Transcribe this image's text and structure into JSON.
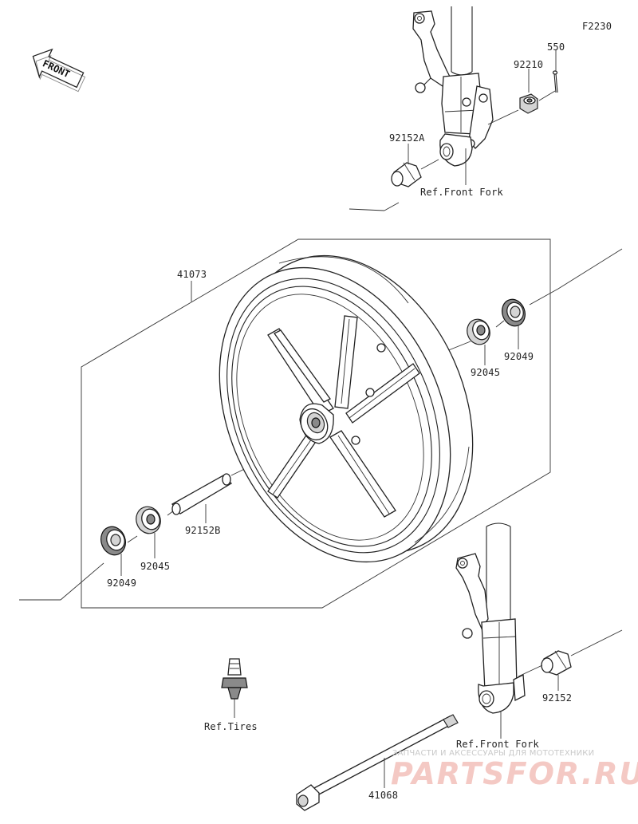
{
  "diagram_code": "F2230",
  "front_arrow_label": "FRONT",
  "labels": {
    "p550": "550",
    "p92210": "92210",
    "p92152A": "92152A",
    "ref_front_fork_top": "Ref.Front Fork",
    "p41073": "41073",
    "p92049_right": "92049",
    "p92045_right": "92045",
    "p92152B": "92152B",
    "p92045_left": "92045",
    "p92049_left": "92049",
    "p92152": "92152",
    "ref_front_fork_bottom": "Ref.Front Fork",
    "ref_tires": "Ref.Tires",
    "p41068": "41068"
  },
  "watermark": {
    "subtitle": "ЗАПЧАСТИ И АКСЕССУАРЫ ДЛЯ МОТОТЕХНИКИ",
    "brand": "PARTSFOR.RU"
  }
}
